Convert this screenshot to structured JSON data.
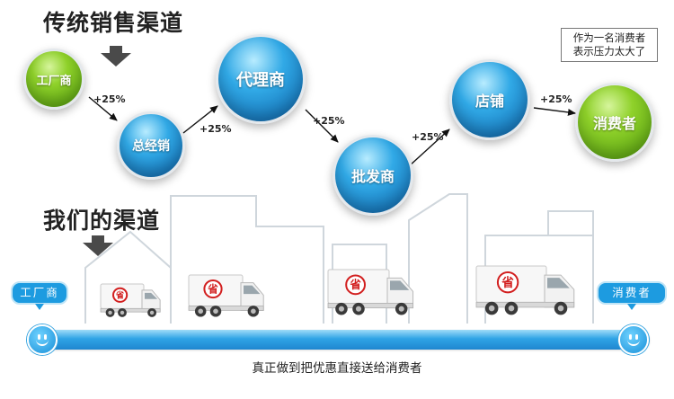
{
  "traditional": {
    "heading": "传统销售渠道",
    "nodes": [
      {
        "id": "factory",
        "label": "工厂商",
        "color": "green"
      },
      {
        "id": "distributor",
        "label": "总经销",
        "color": "blue"
      },
      {
        "id": "agent",
        "label": "代理商",
        "color": "blue"
      },
      {
        "id": "wholesaler",
        "label": "批发商",
        "color": "blue"
      },
      {
        "id": "store",
        "label": "店铺",
        "color": "blue"
      },
      {
        "id": "consumer",
        "label": "消费者",
        "color": "green"
      }
    ],
    "markups": [
      "+25%",
      "+25%",
      "+25%",
      "+25%",
      "+25%"
    ],
    "note": [
      "作为一名消费者",
      "表示压力太大了"
    ]
  },
  "ours": {
    "heading": "我们的渠道",
    "start_label": "工厂商",
    "end_label": "消费者",
    "truck_badge": "省",
    "caption": "真正做到把优惠直接送给消费者"
  },
  "colors": {
    "green": "#6ab51a",
    "blue": "#1a8fd8",
    "route": "#2fa4e6",
    "city": "#cfd6dc"
  },
  "icons": [
    "down-arrow-icon",
    "connector-arrow-icon",
    "smiley-icon",
    "truck-icon",
    "city-skyline-background"
  ]
}
